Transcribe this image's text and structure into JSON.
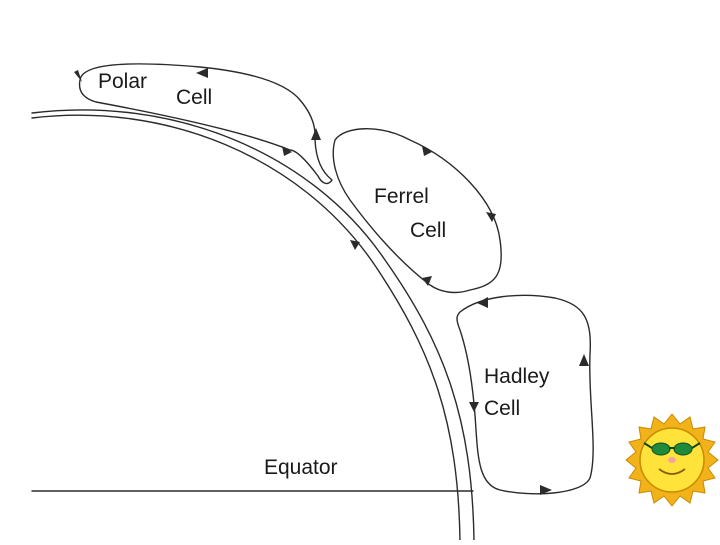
{
  "cells": {
    "polar": {
      "line1": "Polar",
      "line2": "Cell"
    },
    "ferrel": {
      "line1": "Ferrel",
      "line2": "Cell"
    },
    "hadley": {
      "line1": "Hadley",
      "line2": "Cell"
    }
  },
  "equator_label": "Equator",
  "colors": {
    "line": "#2b2b2b",
    "sun_rays": "#f2b21a",
    "sun_face": "#ffe23a",
    "sun_outline": "#c98a00",
    "sunglasses": "#1f8a3a"
  },
  "icons": {
    "sun": "sun-with-sunglasses-icon"
  }
}
